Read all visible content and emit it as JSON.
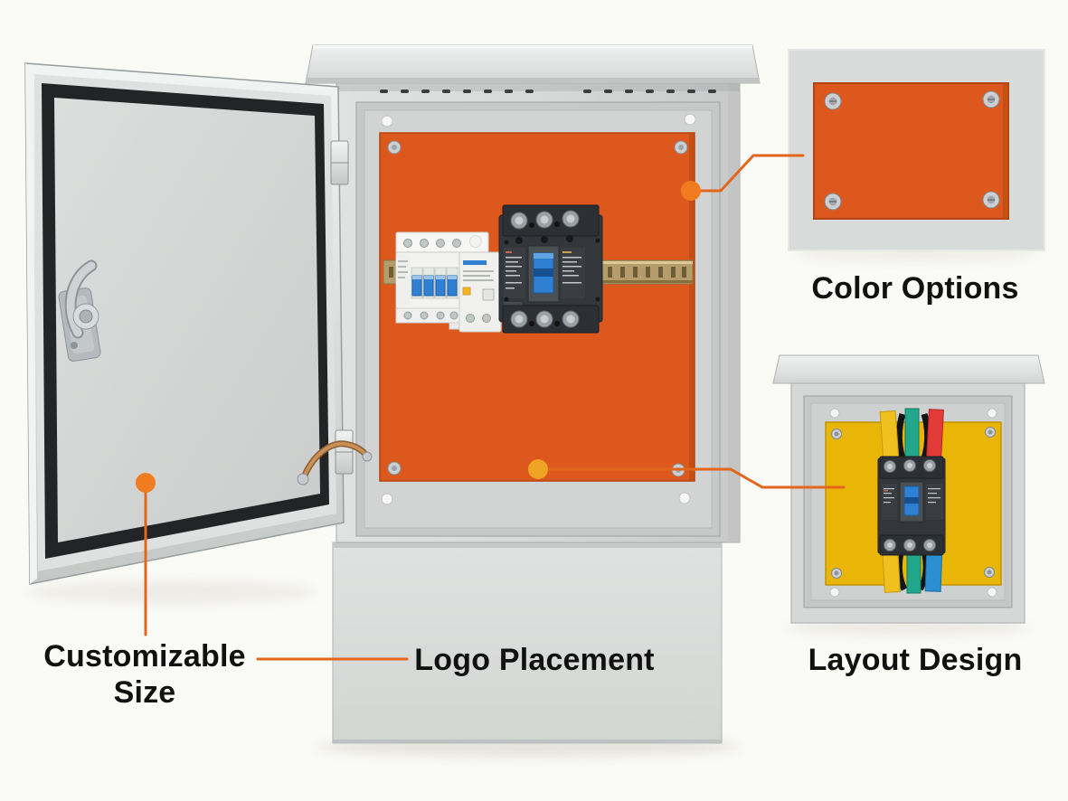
{
  "figure": {
    "kind": "annotated-product-diagram",
    "subject": "outdoor electrical distribution cabinet with open door, orange mounting plate and circuit breakers"
  },
  "annotations": {
    "customizable_size": "Customizable Size",
    "logo_placement": "Logo Placement",
    "color_options": "Color Options",
    "layout_design": "Layout Design"
  },
  "colors": {
    "accent_orange": "#e2661c",
    "dot_orange": "#f17c20",
    "dot_yellow": "#f0a325",
    "panel_orange": "#dd581d",
    "panel_yellow": "#e9b607",
    "cabinet_gray": "#d6d8d7",
    "busbar_red": "#e23b38",
    "busbar_teal": "#23a78c",
    "busbar_blue": "#2b8fd3",
    "busbar_yellow": "#f0c01e",
    "breaker_toggle_blue": "#2f80d2",
    "din_rail_bronze": "#b49c6b",
    "label_text": "#111111"
  }
}
